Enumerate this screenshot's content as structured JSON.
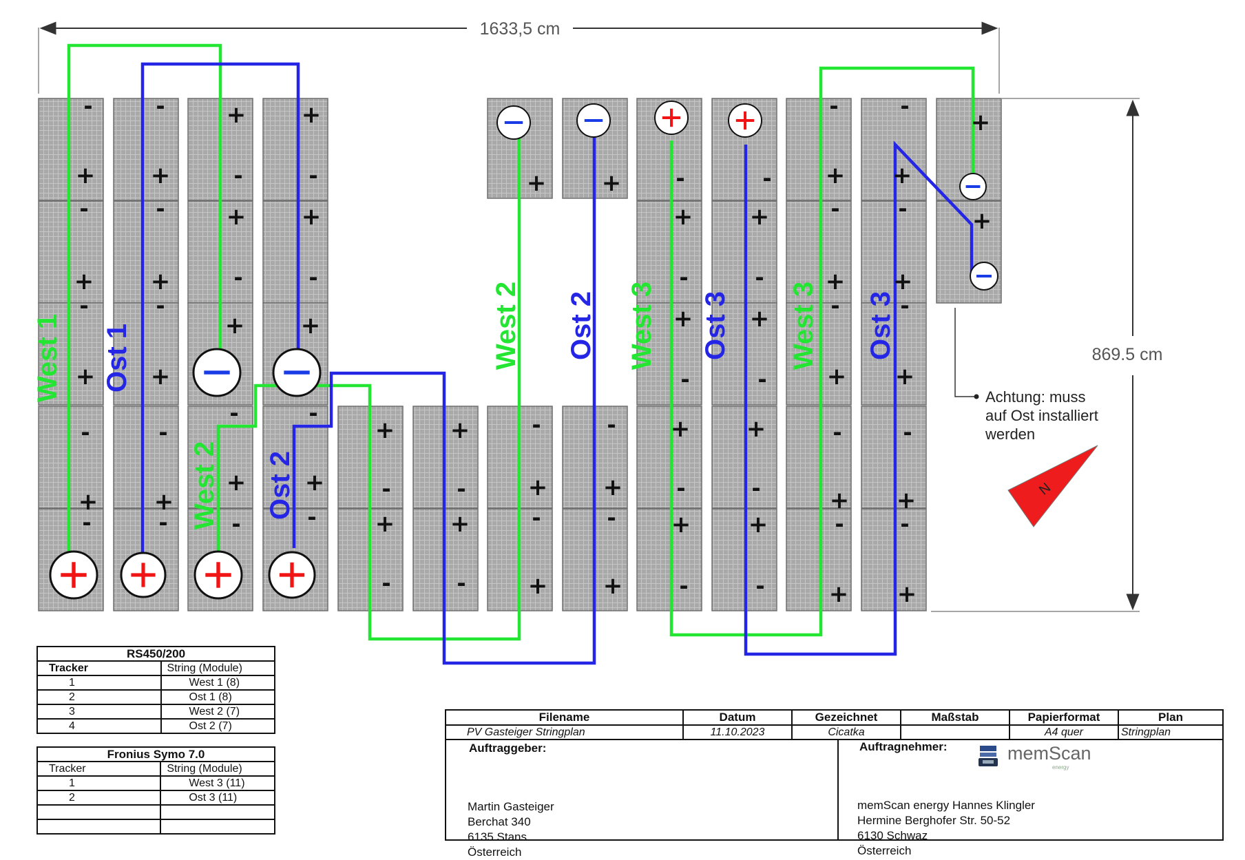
{
  "dimensions": {
    "width_label": "1633,5 cm",
    "height_label": "869.5 cm"
  },
  "note": {
    "lines": [
      "Achtung: muss",
      "auf Ost installiert",
      "werden"
    ]
  },
  "north_label": "N",
  "string_labels": [
    {
      "text": "West 1",
      "color": "#22e632"
    },
    {
      "text": "Ost 1",
      "color": "#2525e6"
    },
    {
      "text": "West 2",
      "color": "#22e632"
    },
    {
      "text": "Ost 2",
      "color": "#2525e6"
    },
    {
      "text": "West 2",
      "color": "#22e632"
    },
    {
      "text": "Ost 2",
      "color": "#2525e6"
    },
    {
      "text": "West 3",
      "color": "#22e632"
    },
    {
      "text": "Ost 3",
      "color": "#2525e6"
    },
    {
      "text": "West 3",
      "color": "#22e632"
    },
    {
      "text": "Ost 3",
      "color": "#2525e6"
    }
  ],
  "colors": {
    "west": "#22e632",
    "ost": "#2525e6",
    "plus_terminal": "#f01414",
    "minus_terminal": "#1a3ce6",
    "module_fill": "#a9a9a9",
    "north_arrow": "#ee1c1c"
  },
  "tracker_table_1": {
    "title": "RS450/200",
    "headers": [
      "Tracker",
      "String  (Module)"
    ],
    "rows": [
      [
        "1",
        "West 1 (8)"
      ],
      [
        "2",
        "Ost 1 (8)"
      ],
      [
        "3",
        "West 2 (7)"
      ],
      [
        "4",
        "Ost 2 (7)"
      ]
    ]
  },
  "tracker_table_2": {
    "title": "Fronius Symo 7.0",
    "headers": [
      "Tracker",
      "String  (Module)"
    ],
    "rows": [
      [
        "1",
        "West 3 (11)"
      ],
      [
        "2",
        "Ost 3 (11)"
      ],
      [
        "",
        ""
      ],
      [
        "",
        ""
      ]
    ]
  },
  "title_block": {
    "headers": [
      "Filename",
      "Datum",
      "Gezeichnet",
      "Maßstab",
      "Papierformat",
      "Plan"
    ],
    "values": [
      "PV  Gasteiger  Stringplan",
      "11.10.2023",
      "Cicatka",
      "",
      "A4 quer",
      "Stringplan"
    ],
    "client_label": "Auftraggeber:",
    "client_lines": [
      "Martin Gasteiger",
      "Berchat 340",
      "6135 Stans",
      "Österreich"
    ],
    "contractor_label": "Auftragnehmer:",
    "contractor_lines": [
      "memScan energy Hannes Klingler",
      "Hermine Berghofer Str. 50-52",
      "6130 Schwaz",
      "Österreich"
    ],
    "logo_text": "memScan",
    "logo_subtext": "energy"
  }
}
